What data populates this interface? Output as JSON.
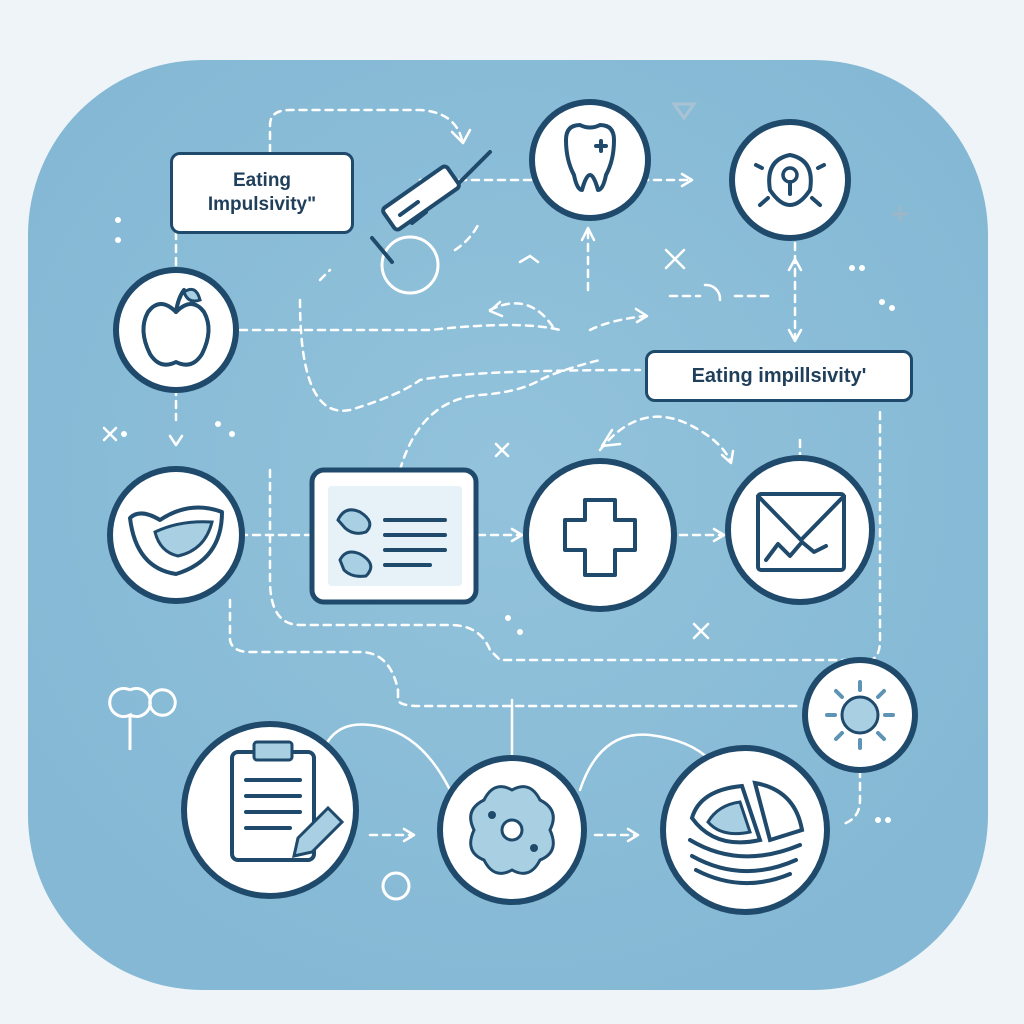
{
  "labels": {
    "eating_impulsivity_top": {
      "line1": "Eating",
      "line2": "Impulsivity\""
    },
    "eating_impulsivity_right": "Eating impillsivity'"
  },
  "colors": {
    "background": "#eef4f8",
    "panel": "#8dbfd9",
    "icon_stroke": "#1f4a6b",
    "icon_fill": "#ffffff",
    "accent_soft": "#a9cfe3",
    "connector": "#ffffff"
  },
  "icons": [
    "syringe-icon",
    "tooth-icon",
    "brain-bulb-icon",
    "apple-icon",
    "bowl-icon",
    "pill-card-icon",
    "medical-cross-icon",
    "envelope-chart-icon",
    "virus-icon",
    "clipboard-icon",
    "flower-cell-icon",
    "sandwich-icon"
  ]
}
